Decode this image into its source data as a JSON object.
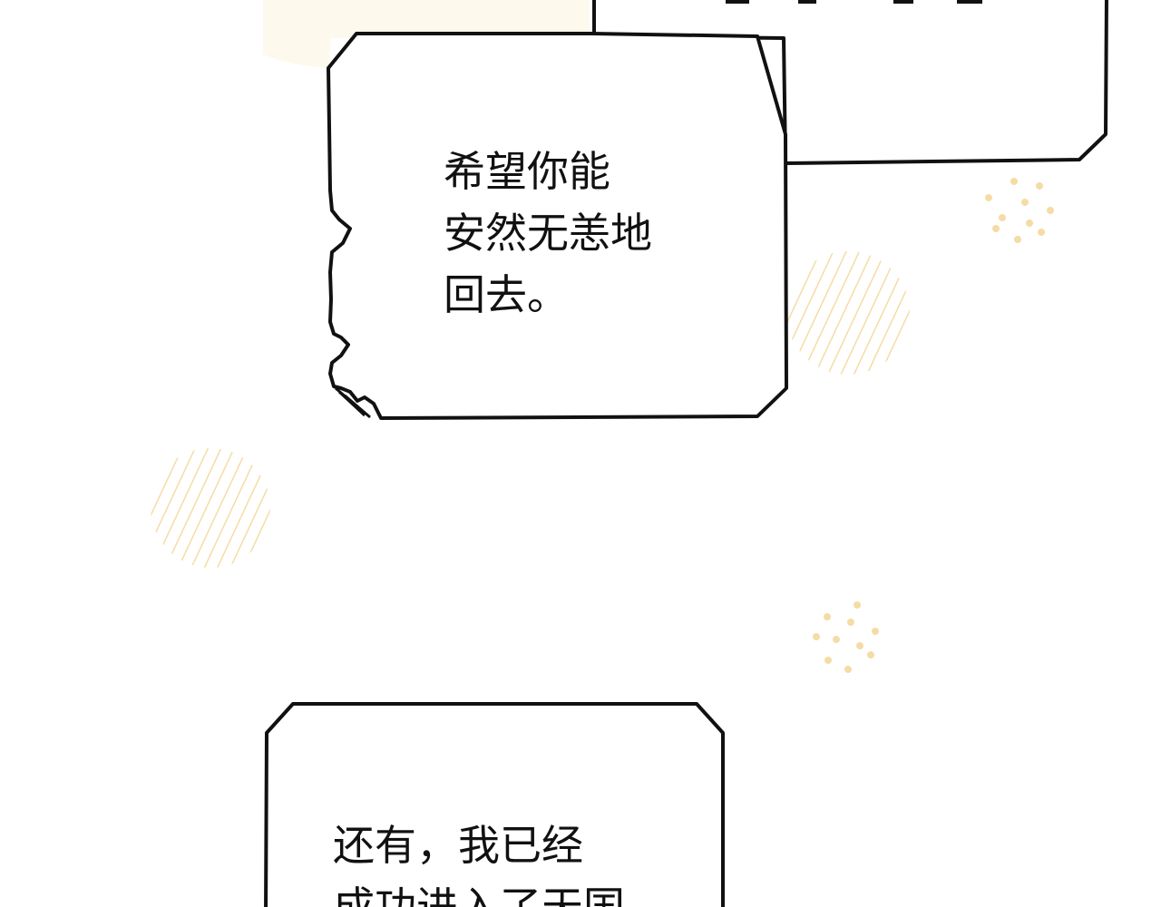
{
  "panel": {
    "background_color": "#ffffff",
    "ink_color": "#111111",
    "accent_color": "#f5dca6",
    "bubbles": [
      {
        "lines": [
          "希望你能",
          "安然无恙地",
          "回去。"
        ]
      },
      {
        "lines": [
          "还有，我已经",
          "成功进入了天国"
        ]
      }
    ],
    "decorations": [
      "hatched-circle",
      "hatched-circle",
      "dot-cluster",
      "dot-cluster"
    ]
  }
}
